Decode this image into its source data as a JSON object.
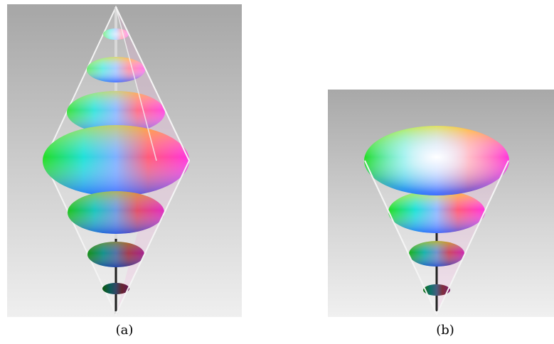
{
  "figure": {
    "caption_a": "(a)",
    "caption_b": "(b)"
  },
  "colors": {
    "background_top": "#a8a8a8",
    "background_bottom": "#efefef",
    "axis": "#222222",
    "outline": "#f4f4f4"
  },
  "panels": [
    {
      "id": "a",
      "shape": "bicone",
      "disc_count": 7
    },
    {
      "id": "b",
      "shape": "cone",
      "disc_count": 4
    }
  ]
}
